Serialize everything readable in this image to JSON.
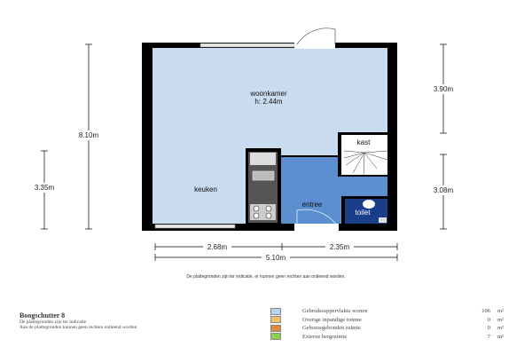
{
  "rooms": {
    "woonkamer": "woonkamer",
    "height": "h: 2.44m",
    "keuken": "keuken",
    "entree": "entree",
    "kast": "kast",
    "toilet": "toilet"
  },
  "dimensions": {
    "total_height": "8.10m",
    "left_lower": "3.35m",
    "right_upper": "3.90m",
    "right_lower": "3.08m",
    "bottom_left": "2.68m",
    "bottom_right": "2.35m",
    "total_width": "5.10m"
  },
  "disclaimer": "De plattegronden zijn ter indicatie, er kunnen geen rechten aan ontleend worden.",
  "info": {
    "title": "Boogschutter 8",
    "line1": "De plattegronden zijn ter indicatie",
    "line2": "Aan de plattegronden kunnen geen rechten ontleend worden"
  },
  "legend": [
    {
      "label": "Gebruiksoppervlakte wonen",
      "value": "106",
      "unit": "m²",
      "color": "#b9d3ea"
    },
    {
      "label": "Overige inpandige ruimte",
      "value": "0",
      "unit": "m²",
      "color": "#f0c070"
    },
    {
      "label": "Gebouwgebonden ruimte",
      "value": "0",
      "unit": "m²",
      "color": "#e08a40"
    },
    {
      "label": "Externe bergruimte",
      "value": "7",
      "unit": "m²",
      "color": "#90d050"
    }
  ]
}
